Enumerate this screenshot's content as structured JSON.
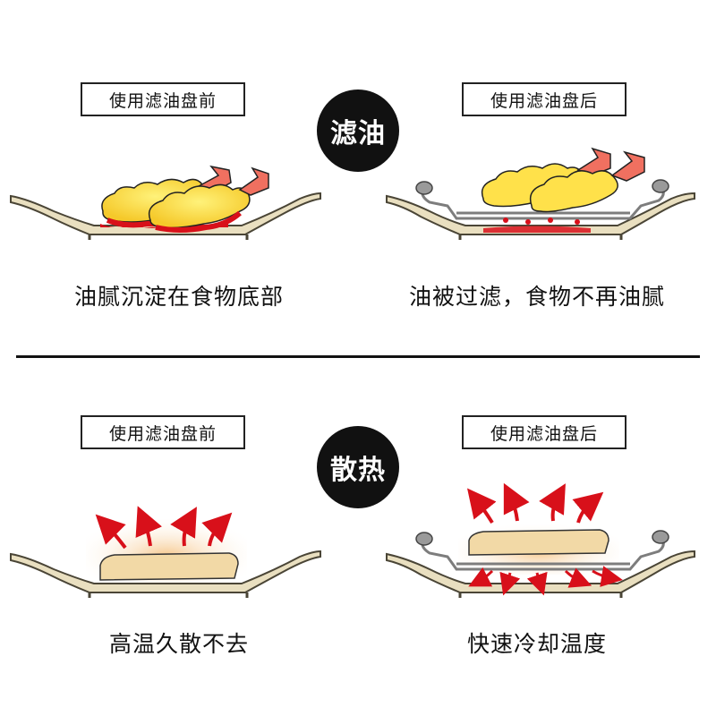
{
  "top": {
    "badge": "滤油",
    "left": {
      "label": "使用滤油盘前",
      "caption": "油腻沉淀在食物底部"
    },
    "right": {
      "label": "使用滤油盘后",
      "caption": "油被过滤，食物不再油腻"
    }
  },
  "bottom": {
    "badge": "散热",
    "left": {
      "label": "使用滤油盘前",
      "caption": "高温久散不去"
    },
    "right": {
      "label": "使用滤油盘后",
      "caption": "快速冷却温度"
    }
  },
  "colors": {
    "tray": "#e9dfc0",
    "tray_edge": "#4a4536",
    "shrimp_batter": "#ffe14a",
    "shrimp_tail": "#f07060",
    "oil": "#d8101a",
    "food_block": "#f2d9a6",
    "heat_glow": "#f6c98f",
    "arrow": "#d8101a",
    "rack": "#7d7d7d"
  }
}
